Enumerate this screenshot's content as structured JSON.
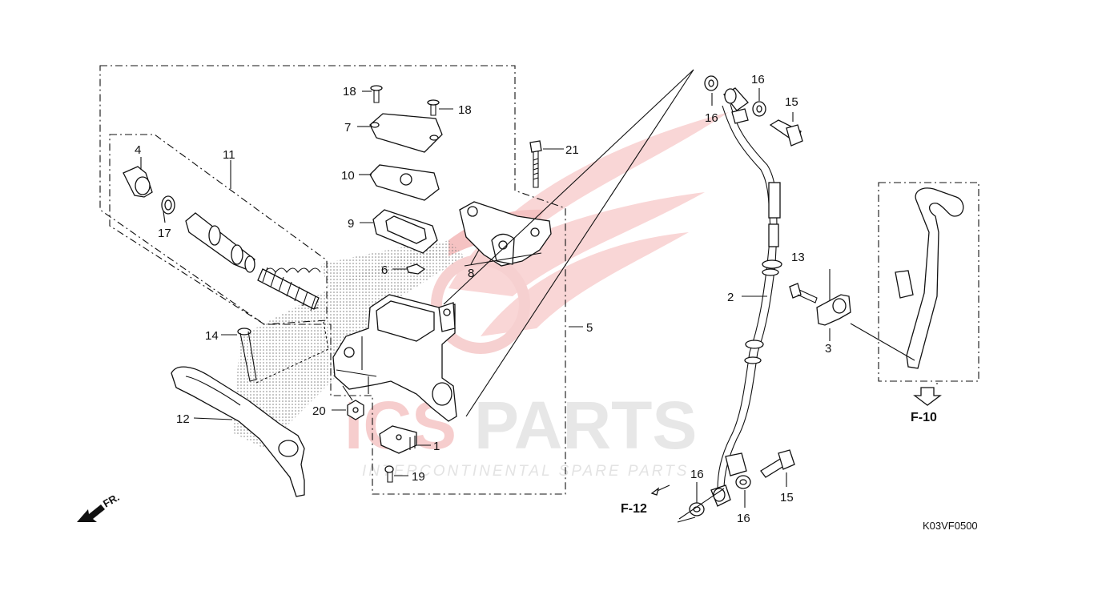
{
  "watermark": {
    "brand_prefix": "ICS",
    "brand_suffix": "PARTS",
    "tagline": "INTERCONTINENTAL SPARE PARTS",
    "brand_color": "#e6332a"
  },
  "diagram_code": "K03VF0500",
  "direction_label": "FR.",
  "references": {
    "f10": "F-10",
    "f12": "F-12"
  },
  "callouts": {
    "c1": "1",
    "c2": "2",
    "c3": "3",
    "c4": "4",
    "c5": "5",
    "c6": "6",
    "c7": "7",
    "c8": "8",
    "c9": "9",
    "c10": "10",
    "c11": "11",
    "c12": "12",
    "c13": "13",
    "c14": "14",
    "c15a": "15",
    "c15b": "15",
    "c16a": "16",
    "c16b": "16",
    "c16c": "16",
    "c16d": "16",
    "c17": "17",
    "c18a": "18",
    "c18b": "18",
    "c19": "19",
    "c20": "20",
    "c21": "21"
  }
}
